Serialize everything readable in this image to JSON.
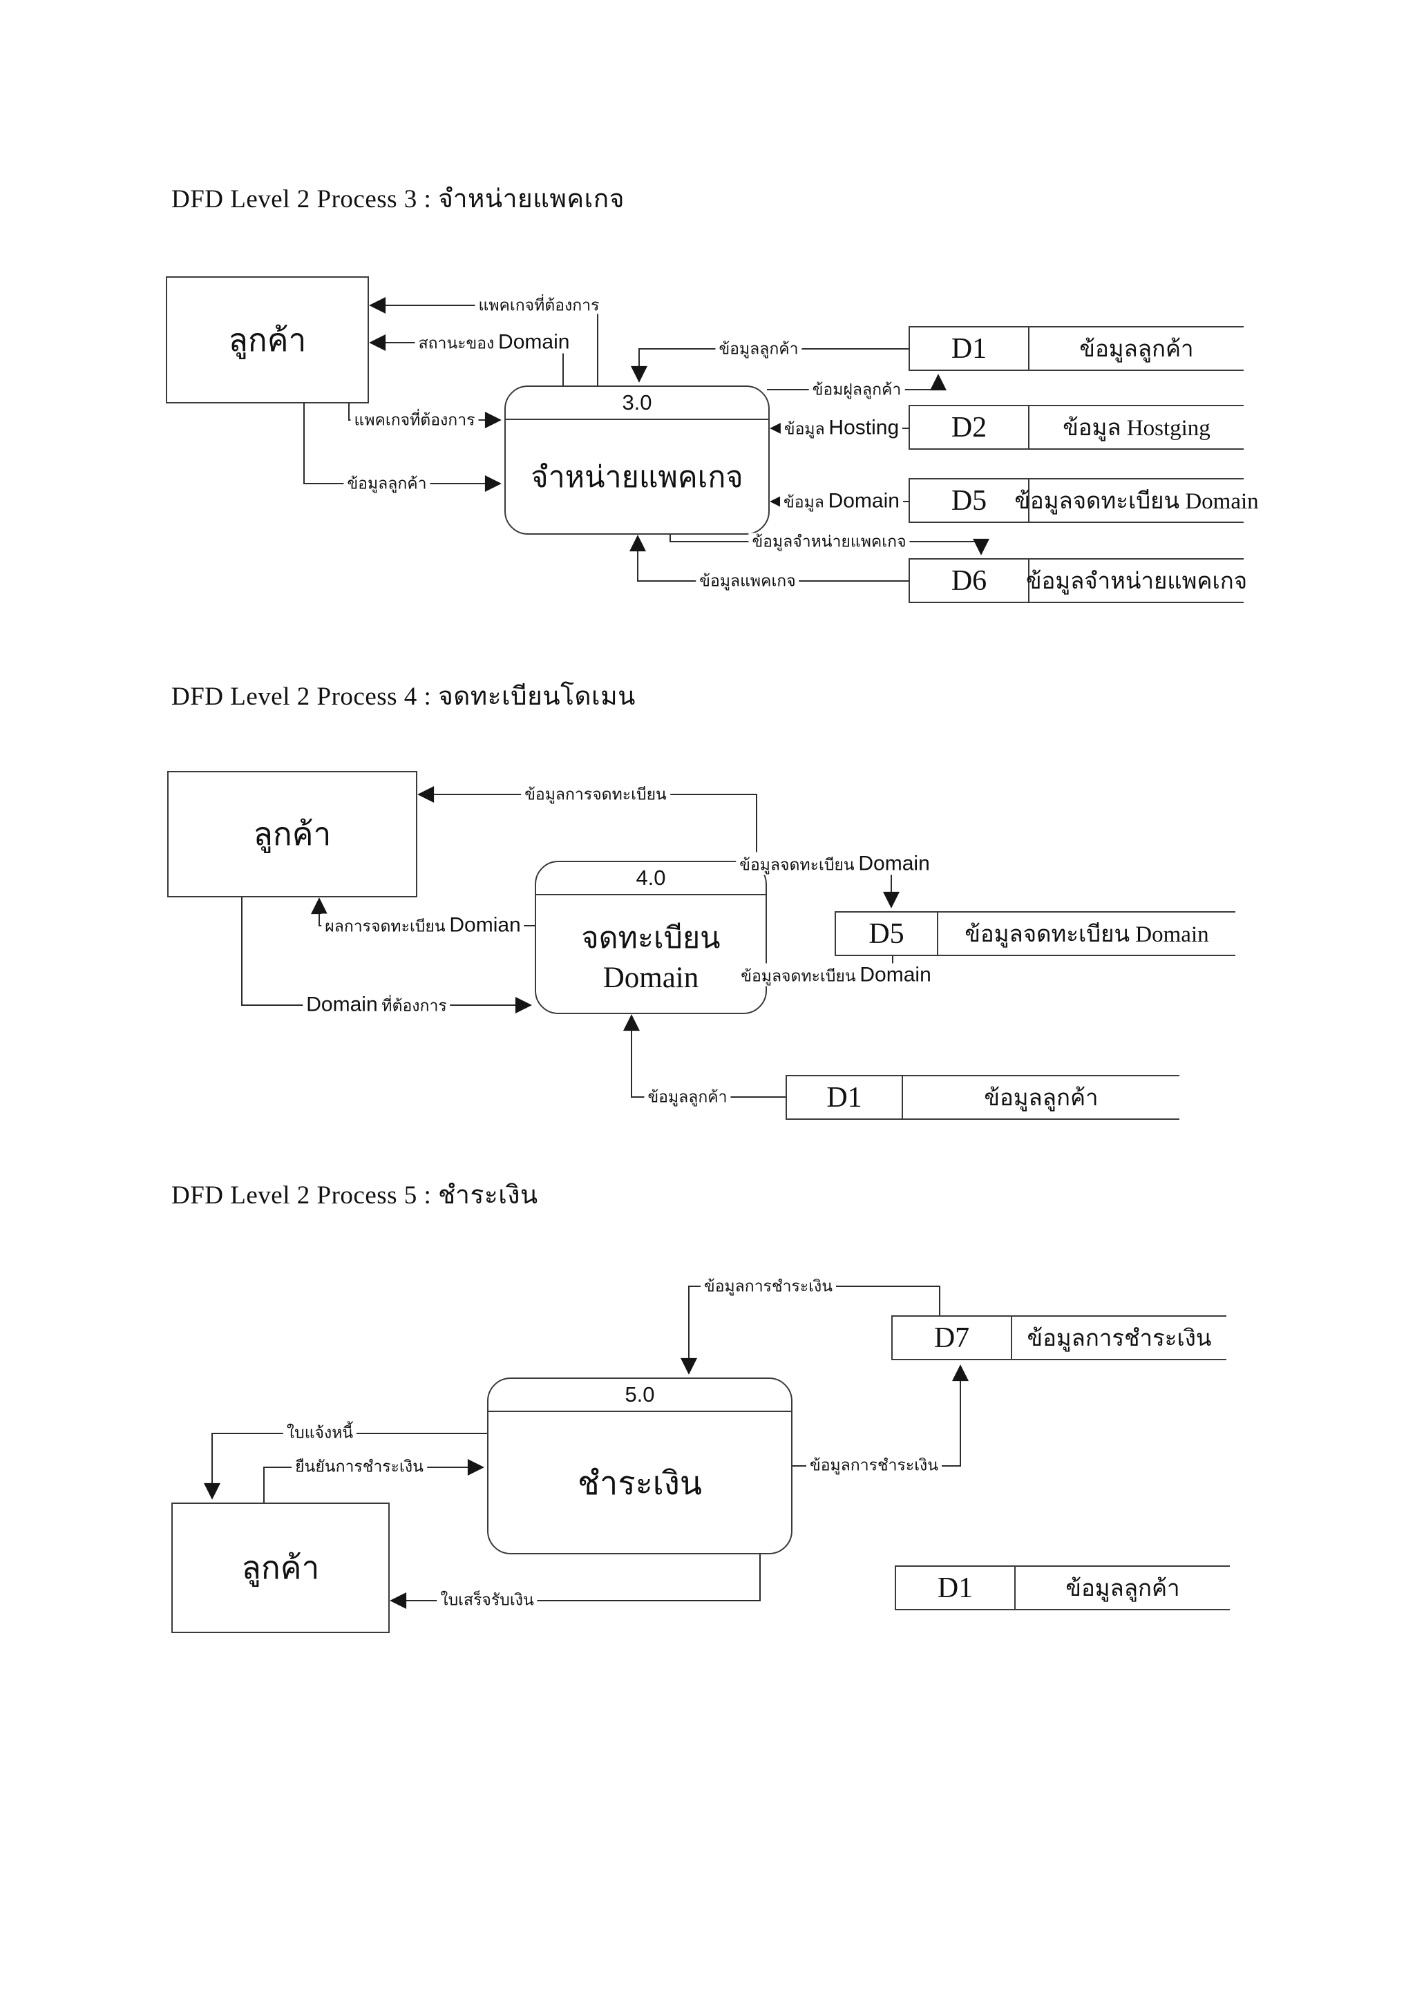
{
  "page": {
    "background": "#ffffff",
    "line_color": "#2b2b2b",
    "text_color": "#111111"
  },
  "diagrams": [
    {
      "title": "DFD Level 2 Process 3 :  จำหน่ายแพคเกจ",
      "entity": {
        "label": "ลูกค้า"
      },
      "process": {
        "number": "3.0",
        "name": "จำหน่ายแพคเกจ"
      },
      "stores": [
        {
          "id": "D1",
          "name": "ข้อมูลลูกค้า"
        },
        {
          "id": "D2",
          "name": "ข้อมูล Hostging"
        },
        {
          "id": "D5",
          "name": "ข้อมูลจดทะเบียน Domain"
        },
        {
          "id": "D6",
          "name": "ข้อมูลจำหน่ายแพคเกจ"
        }
      ],
      "flows": [
        {
          "label": "แพคเกจที่ต้องการ",
          "from": "process",
          "to": "customer"
        },
        {
          "th": "สถานะของ",
          "en": "Domain",
          "from": "process",
          "to": "customer"
        },
        {
          "label": "แพคเกจที่ต้องการ",
          "from": "customer",
          "to": "process"
        },
        {
          "label": "ข้อมูลลูกค้า",
          "from": "customer",
          "to": "process"
        },
        {
          "label": "ข้อมูลลูกค้า",
          "from": "D1",
          "to": "process"
        },
        {
          "label": "ข้อมฝูลลูกค้า",
          "from": "process",
          "to": "D1"
        },
        {
          "th": "ข้อมูล",
          "en": "Hosting",
          "from": "D2",
          "to": "process"
        },
        {
          "th": "ข้อมูล",
          "en": "Domain",
          "from": "D5",
          "to": "process"
        },
        {
          "label": "ข้อมูลจำหน่ายแพคเกจ",
          "from": "process",
          "to": "D6"
        },
        {
          "label": "ข้อมูลแพคเกจ",
          "from": "D6",
          "to": "process"
        }
      ]
    },
    {
      "title": "DFD Level 2 Process 4 :  จดทะเบียนโดเมน",
      "entity": {
        "label": "ลูกค้า"
      },
      "process": {
        "number": "4.0",
        "name": "จดทะเบียน Domain"
      },
      "stores": [
        {
          "id": "D5",
          "name": "ข้อมูลจดทะเบียน Domain"
        },
        {
          "id": "D1",
          "name": "ข้อมูลลูกค้า"
        }
      ],
      "flows": [
        {
          "label": "ข้อมูลการจดทะเบียน",
          "from": "process",
          "to": "customer"
        },
        {
          "th": "ผลการจดทะเบียน",
          "en": "Domian",
          "from": "process",
          "to": "customer"
        },
        {
          "en": "Domain",
          "th": "ที่ต้องการ",
          "from": "customer",
          "to": "process"
        },
        {
          "th": "ข้อมูลจดทะเบียน",
          "en": "Domain",
          "from": "process",
          "to": "D5"
        },
        {
          "th": "ข้อมูลจดทะเบียน",
          "en": "Domain",
          "from": "D5",
          "to": "process"
        },
        {
          "label": "ข้อมูลลูกค้า",
          "from": "D1",
          "to": "process"
        }
      ]
    },
    {
      "title": "DFD Level 2 Process 5 :  ชำระเงิน",
      "entity": {
        "label": "ลูกค้า"
      },
      "process": {
        "number": "5.0",
        "name": "ชำระเงิน"
      },
      "stores": [
        {
          "id": "D7",
          "name": "ข้อมูลการชำระเงิน"
        },
        {
          "id": "D1",
          "name": "ข้อมูลลูกค้า"
        }
      ],
      "flows": [
        {
          "label": "ข้อมูลการชำระเงิน",
          "from": "D7",
          "to": "process"
        },
        {
          "label": "ข้อมูลการชำระเงิน",
          "from": "process",
          "to": "D7"
        },
        {
          "label": "ใบแจ้งหนี้",
          "from": "process",
          "to": "customer"
        },
        {
          "label": "ยืนยันการชำระเงิน",
          "from": "customer",
          "to": "process"
        },
        {
          "label": "ใบเสร็จรับเงิน",
          "from": "process",
          "to": "customer"
        }
      ]
    }
  ]
}
